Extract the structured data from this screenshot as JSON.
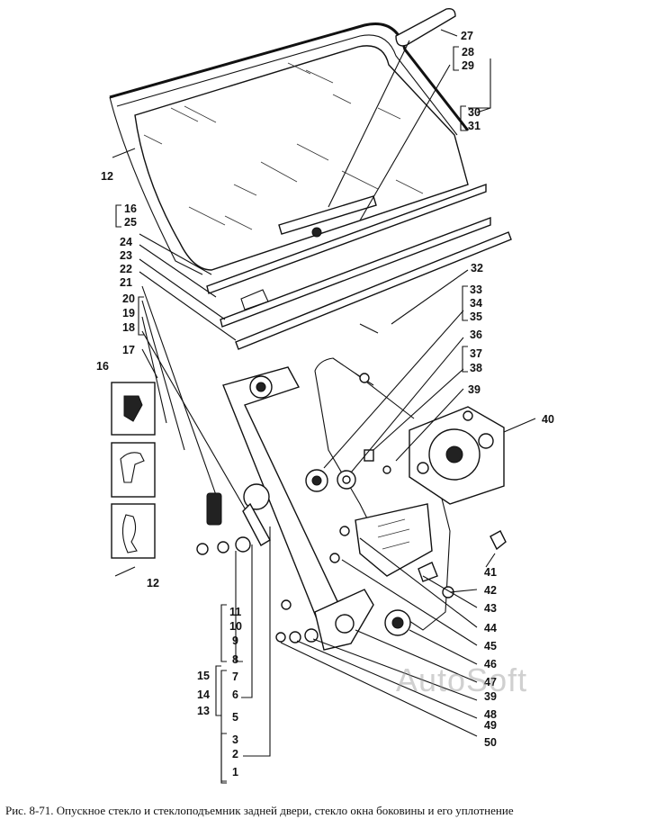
{
  "caption": "Рис. 8-71. Опускное стекло и стеклоподъемник задней двери, стекло окна боковины и его уплотнение",
  "watermark": "AutoSoft",
  "labels": {
    "n27": "27",
    "n28": "28",
    "n29": "29",
    "n30": "30",
    "n31": "31",
    "n12a": "12",
    "n16a": "16",
    "n25": "25",
    "n24": "24",
    "n23": "23",
    "n22": "22",
    "n21": "21",
    "n20": "20",
    "n19": "19",
    "n18": "18",
    "n17": "17",
    "n16b": "16",
    "n12b": "12",
    "n32": "32",
    "n33": "33",
    "n34": "34",
    "n35": "35",
    "n36": "36",
    "n37": "37",
    "n38": "38",
    "n39a": "39",
    "n40": "40",
    "n41": "41",
    "n42": "42",
    "n43": "43",
    "n44": "44",
    "n45": "45",
    "n46": "46",
    "n47": "47",
    "n39b": "39",
    "n48": "48",
    "n49": "49",
    "n50": "50",
    "n11": "11",
    "n10": "10",
    "n9": "9",
    "n8": "8",
    "n15": "15",
    "n14": "14",
    "n13": "13",
    "n7": "7",
    "n6": "6",
    "n5": "5",
    "n3": "3",
    "n2": "2",
    "n1": "1"
  }
}
